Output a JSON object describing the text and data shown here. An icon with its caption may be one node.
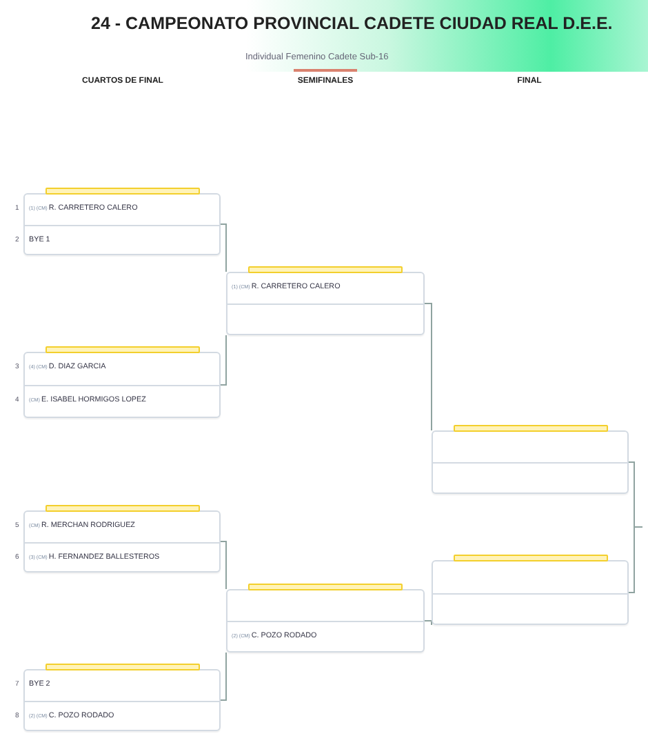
{
  "diagram": {
    "title": "24 - CAMPEONATO PROVINCIAL CADETE CIUDAD REAL D.E.E.",
    "nodes": [
      {
        "text": [
          "(1) (CM)",
          "R. CARRETERO CALERO",
          "BYE 1"
        ],
        "beside": [
          "1",
          "2"
        ]
      },
      {
        "text": [
          "(4) (CM)",
          "D. DIAZ GARCIA",
          "(CM)",
          "E. ISABEL HORMIGOS LOPEZ"
        ],
        "beside": [
          "3",
          "4"
        ]
      },
      {
        "text": [
          "(CM)",
          "R. MERCHAN RODRIGUEZ",
          "(3) (CM)",
          "H. FERNANDEZ BALLESTEROS"
        ],
        "beside": [
          "5",
          "6"
        ]
      },
      {
        "text": [
          "BYE 2",
          "(2) (CM)",
          "C. POZO RODADO"
        ],
        "beside": [
          "7",
          "8"
        ]
      },
      {
        "text": [
          "(1) (CM)",
          "R. CARRETERO CALERO"
        ]
      },
      {
        "text": [
          "(2) (CM)",
          "C. POZO RODADO"
        ]
      },
      {
        "text": [],
        "shape": "box"
      },
      {
        "text": [],
        "shape": "box"
      }
    ],
    "edges": [
      {
        "from": 0,
        "to": 4,
        "arrow": "none"
      },
      {
        "from": 1,
        "to": 4,
        "arrow": "none"
      },
      {
        "from": 2,
        "to": 5,
        "arrow": "none"
      },
      {
        "from": 3,
        "to": 5,
        "arrow": "none"
      },
      {
        "from": 4,
        "to": 6,
        "arrow": "none"
      },
      {
        "from": 5,
        "to": 7,
        "arrow": "none"
      },
      {
        "from": 6,
        "to": null,
        "arrow": "none"
      },
      {
        "from": 7,
        "to": null,
        "arrow": "none"
      }
    ],
    "labels": [
      "Individual Femenino Cadete Sub-16",
      "CUARTOS DE FINAL",
      "SEMIFINALES",
      "FINAL"
    ]
  }
}
